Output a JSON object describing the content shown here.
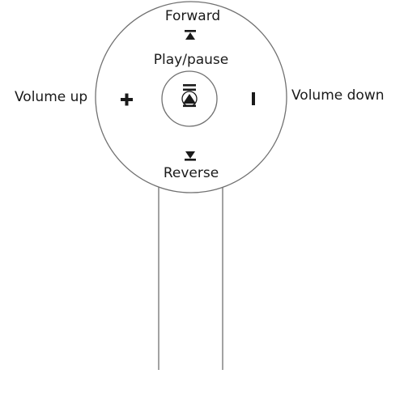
{
  "labels": {
    "forward": "Forward",
    "play_pause": "Play/pause",
    "volume_up": "Volume up",
    "volume_down": "Volume down",
    "reverse": "Reverse"
  },
  "icons": {
    "forward": "forward-icon",
    "play_pause": "play-pause-icon",
    "volume_up": "plus-icon",
    "volume_down": "minus-icon",
    "reverse": "reverse-icon"
  },
  "colors": {
    "line": "#707070",
    "icon": "#1a1a1a",
    "text": "#1a1a1a"
  }
}
